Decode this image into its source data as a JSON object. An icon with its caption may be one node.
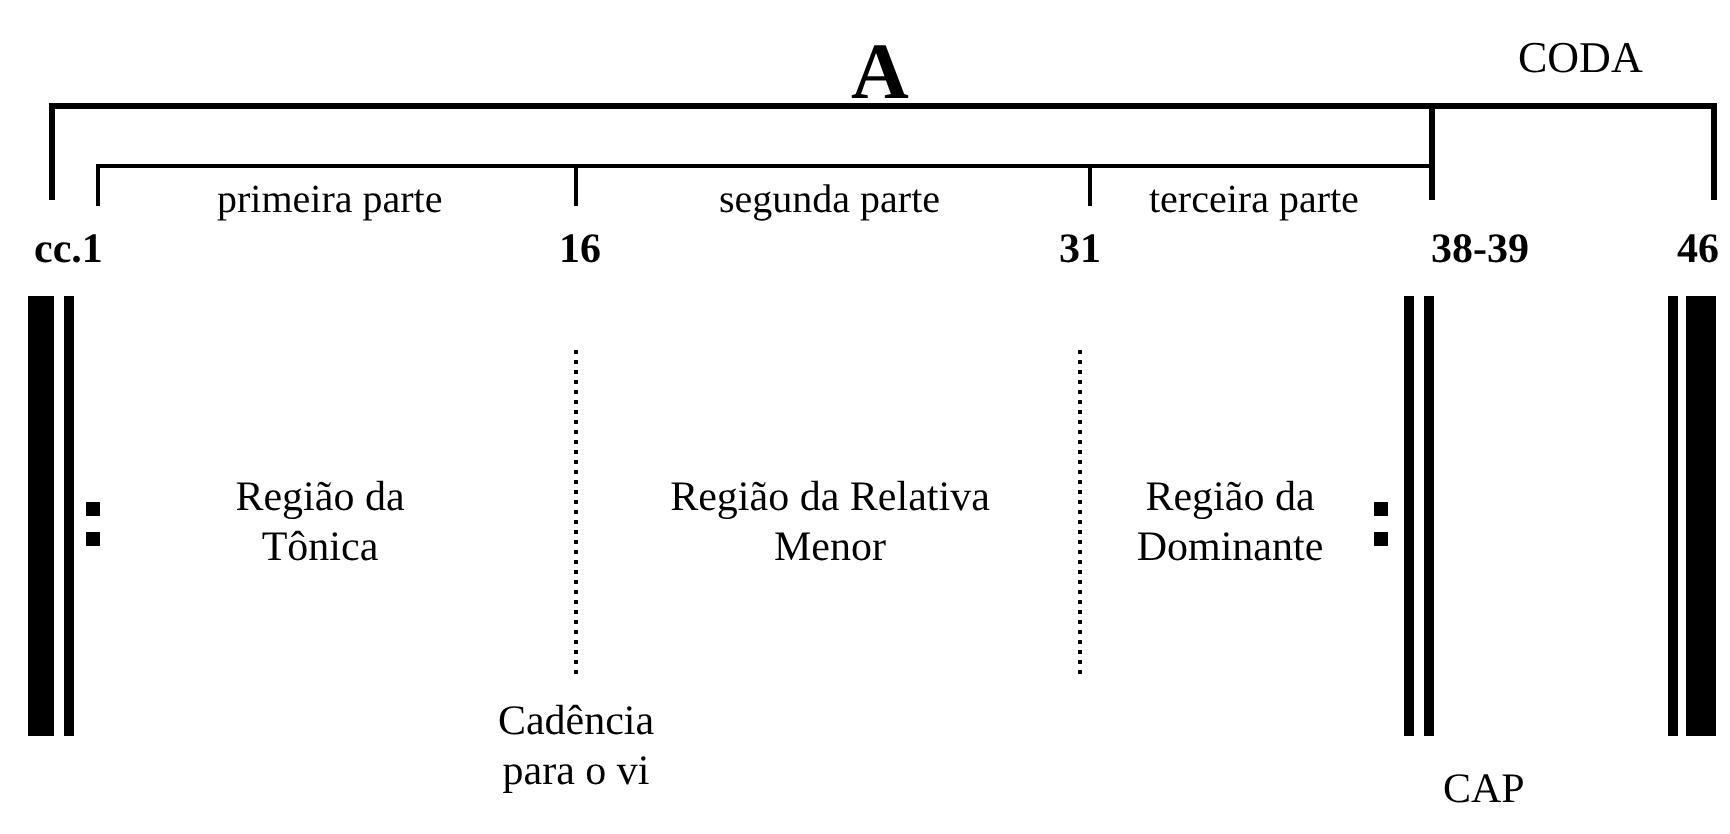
{
  "diagram": {
    "labels": [
      "A",
      "CODA",
      "primeira parte",
      "segunda parte",
      "terceira parte",
      "cc.1",
      "16",
      "31",
      "38-39",
      "46",
      "Região da Tônica",
      "Região da Relativa Menor",
      "Região da Dominante",
      "Cadência para o vi",
      "CAP"
    ]
  }
}
